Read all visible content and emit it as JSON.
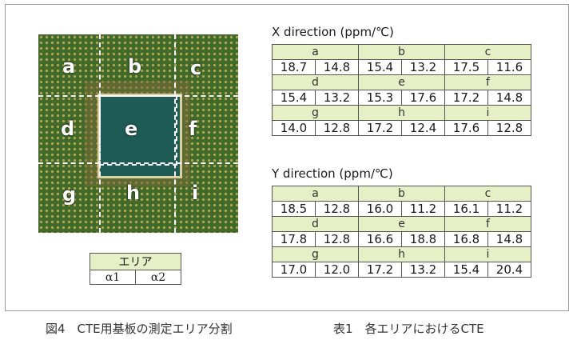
{
  "photo": {
    "areas": [
      {
        "id": "a",
        "label": "a"
      },
      {
        "id": "b",
        "label": "b"
      },
      {
        "id": "c",
        "label": "c"
      },
      {
        "id": "d",
        "label": "d"
      },
      {
        "id": "e",
        "label": "e"
      },
      {
        "id": "f",
        "label": "f"
      },
      {
        "id": "g",
        "label": "g"
      },
      {
        "id": "h",
        "label": "h"
      },
      {
        "id": "i",
        "label": "i"
      }
    ]
  },
  "alpha_table": {
    "header": "エリア",
    "col1": "α1",
    "col2": "α2"
  },
  "x_table": {
    "title": "X direction (ppm/℃)",
    "rows": [
      {
        "labels": [
          "a",
          "b",
          "c"
        ],
        "values": [
          "18.7",
          "14.8",
          "15.4",
          "13.2",
          "17.5",
          "11.6"
        ]
      },
      {
        "labels": [
          "d",
          "e",
          "f"
        ],
        "values": [
          "15.4",
          "13.2",
          "15.3",
          "17.6",
          "17.2",
          "14.8"
        ]
      },
      {
        "labels": [
          "g",
          "h",
          "i"
        ],
        "values": [
          "14.0",
          "12.8",
          "17.2",
          "12.4",
          "17.6",
          "12.8"
        ]
      }
    ]
  },
  "y_table": {
    "title": "Y direction (ppm/℃)",
    "rows": [
      {
        "labels": [
          "a",
          "b",
          "c"
        ],
        "values": [
          "18.5",
          "12.8",
          "16.0",
          "11.2",
          "16.1",
          "11.2"
        ]
      },
      {
        "labels": [
          "d",
          "e",
          "f"
        ],
        "values": [
          "17.8",
          "12.8",
          "16.6",
          "18.8",
          "16.8",
          "14.8"
        ]
      },
      {
        "labels": [
          "g",
          "h",
          "i"
        ],
        "values": [
          "17.0",
          "12.0",
          "17.2",
          "13.2",
          "15.4",
          "20.4"
        ]
      }
    ]
  },
  "captions": {
    "figure": "図4　CTE用基板の測定エリア分割",
    "table": "表1　各エリアにおけるCTE"
  }
}
